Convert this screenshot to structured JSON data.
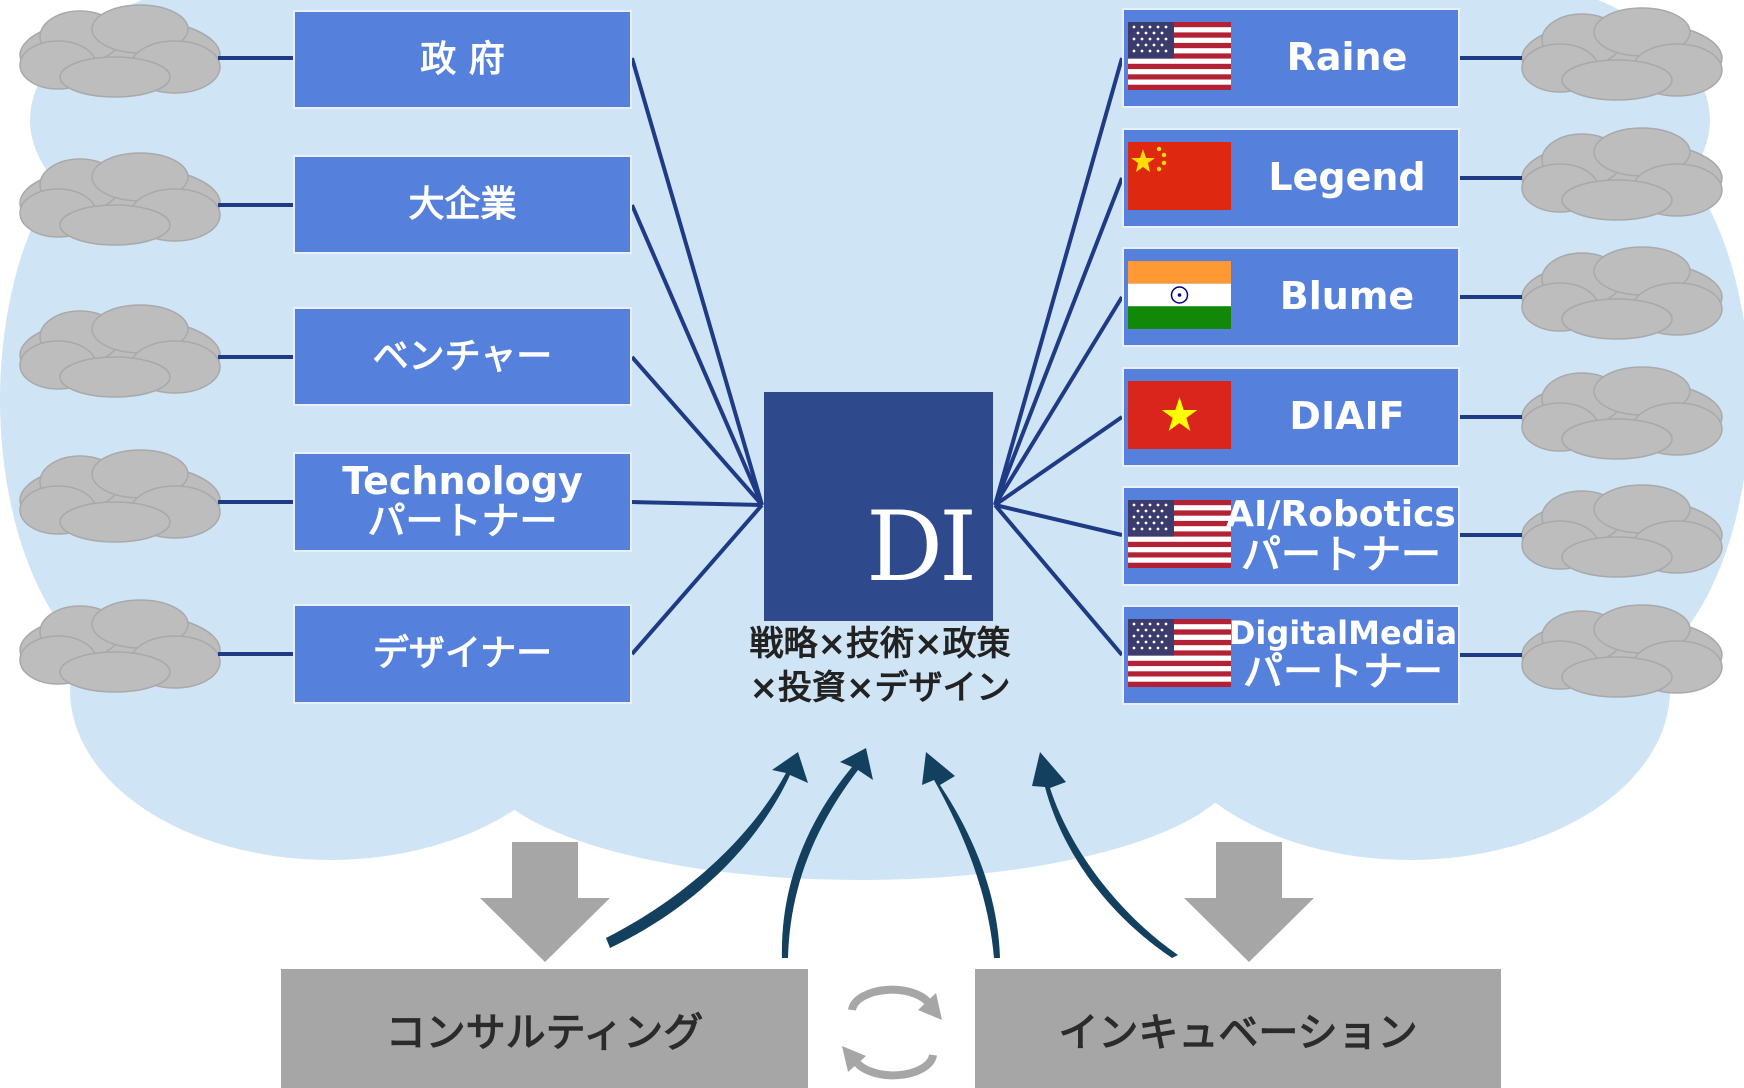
{
  "left_boxes": [
    {
      "label": "政 府"
    },
    {
      "label": "大企業"
    },
    {
      "label": "ベンチャー"
    },
    {
      "label": "Technology",
      "label2": "パートナー"
    },
    {
      "label": "デザイナー"
    }
  ],
  "right_boxes": [
    {
      "label": "Raine",
      "flag": "usa"
    },
    {
      "label": "Legend",
      "flag": "china"
    },
    {
      "label": "Blume",
      "flag": "india"
    },
    {
      "label": "DIAIF",
      "flag": "vietnam"
    },
    {
      "label": "AI/Robotics",
      "label2": "パートナー",
      "flag": "usa"
    },
    {
      "label": "DigitalMedia",
      "label2": "パートナー",
      "flag": "usa"
    }
  ],
  "center": {
    "logo_text": "DI",
    "slogan_line1": "戦略×技術×政策",
    "slogan_line2": "×投資×デザイン"
  },
  "bottom": {
    "left_label": "コンサルティング",
    "right_label": "インキュベーション"
  },
  "colors": {
    "box_blue": "#5580dc",
    "logo_navy": "#2f4a8c",
    "line_navy": "#1f3b86",
    "arrow_dark": "#14405f",
    "cloud_bg": "#cfe5f5",
    "small_cloud": "#bdbdbd",
    "gray_box": "#a6a6a6"
  }
}
